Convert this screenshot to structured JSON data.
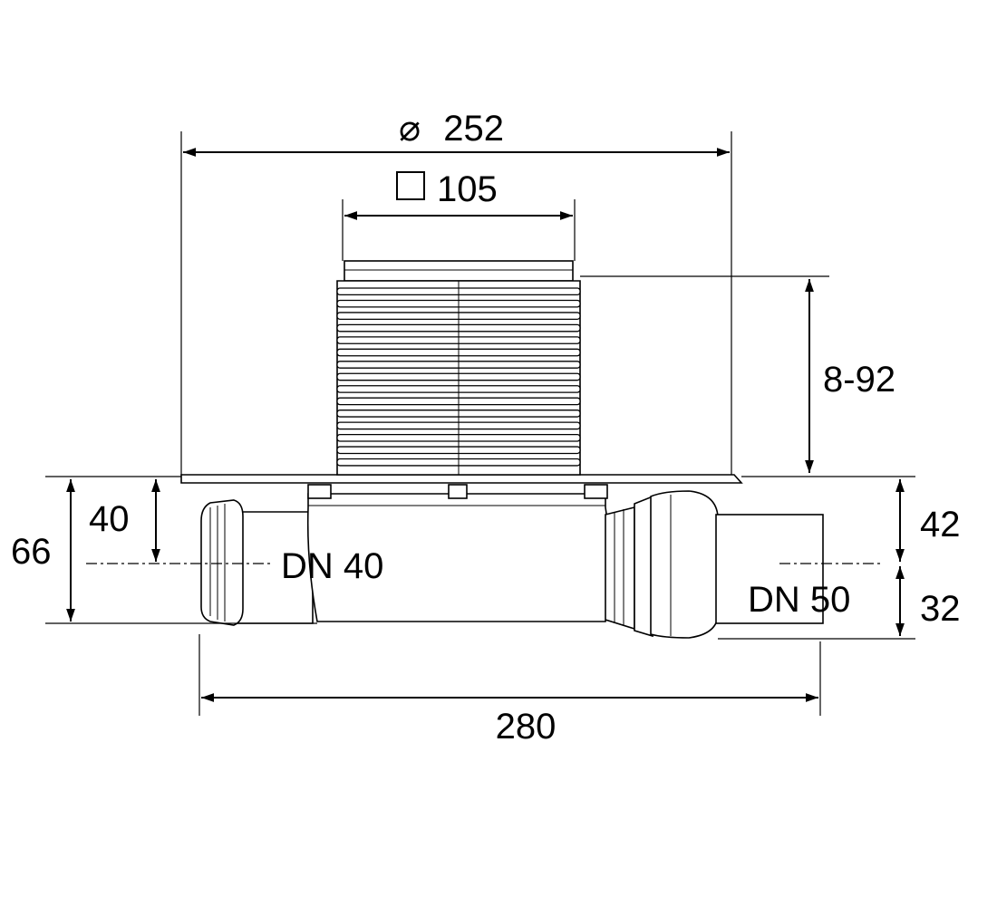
{
  "dimensions": {
    "flange_diameter": "252",
    "grate_square": "105",
    "height_range": "8-92",
    "outlet_height_left": "66",
    "inlet_height_left": "40",
    "inlet_size_left": "DN 40",
    "outlet_size_right": "DN 50",
    "outlet_top_right": "42",
    "outlet_bottom_right": "32",
    "overall_length": "280"
  },
  "symbols": {
    "diameter": "⌀"
  },
  "colors": {
    "line": "#000000",
    "background": "#ffffff"
  }
}
